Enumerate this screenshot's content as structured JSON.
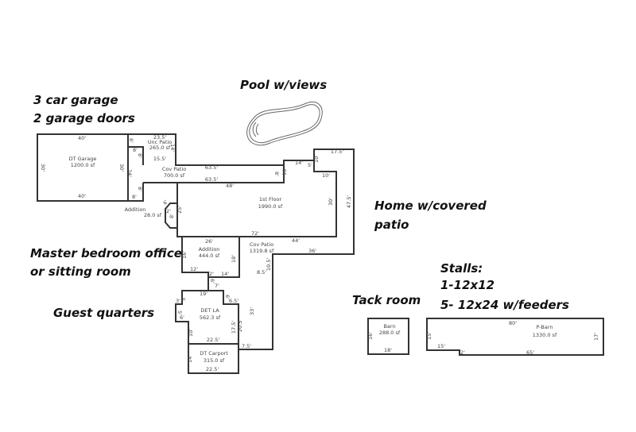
{
  "annotations": {
    "garage_line1": "3 car garage",
    "garage_line2": "2 garage doors",
    "pool": "Pool w/views",
    "home_line1": "Home w/covered",
    "home_line2": "patio",
    "master_line1": "Master bedroom office",
    "master_line2": "or sitting room",
    "guest": "Guest quarters",
    "tack": "Tack room",
    "stalls_line1": "Stalls:",
    "stalls_line2": "1-12x12",
    "stalls_line3": "5- 12x24 w/feeders"
  },
  "rooms": {
    "garage": {
      "name": "DT Garage",
      "area": "1200.0 sf"
    },
    "unc_patio": {
      "name": "Unc Patio",
      "area": "265.0 sf"
    },
    "cov_patio_1": {
      "name": "Cov Patio",
      "area": "700.0 sf"
    },
    "addition_small": {
      "name": "Addition",
      "area": "28.0 sf"
    },
    "first_floor": {
      "name": "1st Floor",
      "area": "1990.0 sf"
    },
    "addition": {
      "name": "Addition",
      "area": "444.0 sf"
    },
    "cov_patio_2": {
      "name": "Cov Patio",
      "area": "1319.8 sf"
    },
    "det_la": {
      "name": "DET LA",
      "area": "562.3 sf"
    },
    "carport": {
      "name": "DT Carport",
      "area": "315.0 sf"
    },
    "barn": {
      "name": "Barn",
      "area": "288.0 sf"
    },
    "p_barn": {
      "name": "P-Barn",
      "area": "1330.0 sf"
    }
  },
  "dimensions": {
    "g_top": "40'",
    "g_bottom": "40'",
    "g_left": "30'",
    "g_right": "30'",
    "up_top": "23.5'",
    "up_6": "6'",
    "up_8a": "8'",
    "up_8b": "8'",
    "up_14": "14'",
    "up_155": "15.5'",
    "cp_24": "24'",
    "cp_8c": "8'",
    "cp_8d": "8'",
    "cp_635a": "63.5'",
    "cp_635b": "63.5'",
    "cp_8e": "8'",
    "ff_48": "48'",
    "ff_10a": "10'",
    "ff_14": "14'",
    "ff_5": "5'",
    "ff_10b": "10'",
    "ff_175": "17.5'",
    "ff_10c": "10'",
    "ff_30": "30'",
    "ff_475": "47.5'",
    "ff_72": "72'",
    "ff_25": "25'",
    "oct_4": "4'",
    "oct_2": "2'",
    "oct_8": "8'",
    "ad_26": "26'",
    "ad_16": "16'",
    "ad_18": "18'",
    "ad_12": "12'",
    "ad_2": "2'",
    "ad_14": "14'",
    "cv_44": "44'",
    "cv_36": "36'",
    "cv_105": "10.5'",
    "cv_85": "8.5'",
    "cv_33": "33'",
    "cv_75": "7.5'",
    "con_6": "6'",
    "con_7": "7'",
    "la_19": "19'",
    "la_3": "3'",
    "la_6a": "6'",
    "la_65": "6.5'",
    "la_5a": "5'",
    "la_5b": "5'",
    "la_6b": "6'",
    "la_175": "17.5'",
    "la_205": "20.5'",
    "la_10": "10'",
    "la_225": "22.5'",
    "dc_14": "14'",
    "dc_225": "22.5'",
    "b_16": "16'",
    "b_18": "18'",
    "pb_80": "80'",
    "pb_15a": "15'",
    "pb_15b": "15'",
    "pb_2": "2'",
    "pb_65": "65'",
    "pb_17": "17'"
  }
}
